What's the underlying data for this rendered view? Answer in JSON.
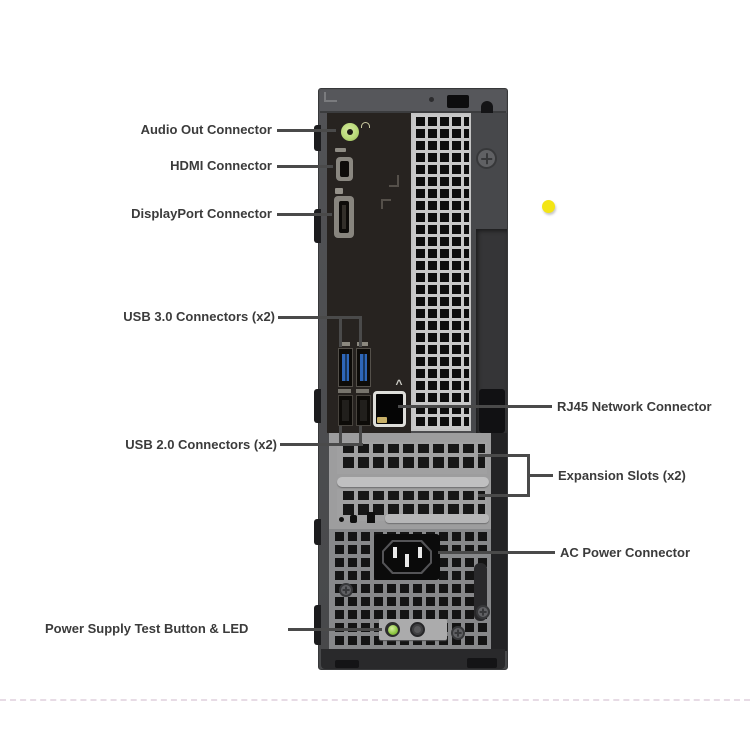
{
  "labels": {
    "audio": "Audio Out Connector",
    "hdmi": "HDMI Connector",
    "displayport": "DisplayPort Connector",
    "usb3": "USB 3.0 Connectors (x2)",
    "usb2": "USB 2.0 Connectors (x2)",
    "rj45": "RJ45 Network Connector",
    "expansion": "Expansion Slots (x2)",
    "ac_power": "AC Power Connector",
    "psu_test": "Power Supply Test Button & LED"
  },
  "colors": {
    "label_text": "#3b3b3b",
    "leader_line": "#4a4a4a",
    "chassis_gray": "#4b4c4f",
    "io_panel_black": "#272320",
    "audio_jack_green": "#b9da79",
    "usb3_blue": "#2e66b8",
    "expansion_silver": "#9d9d9e",
    "psu_gray": "#87888a",
    "led_green": "#8cc63f",
    "marker_yellow": "#f3e515",
    "separator_pink": "#e7dbe5"
  },
  "icons": {
    "network_caret": "^"
  }
}
